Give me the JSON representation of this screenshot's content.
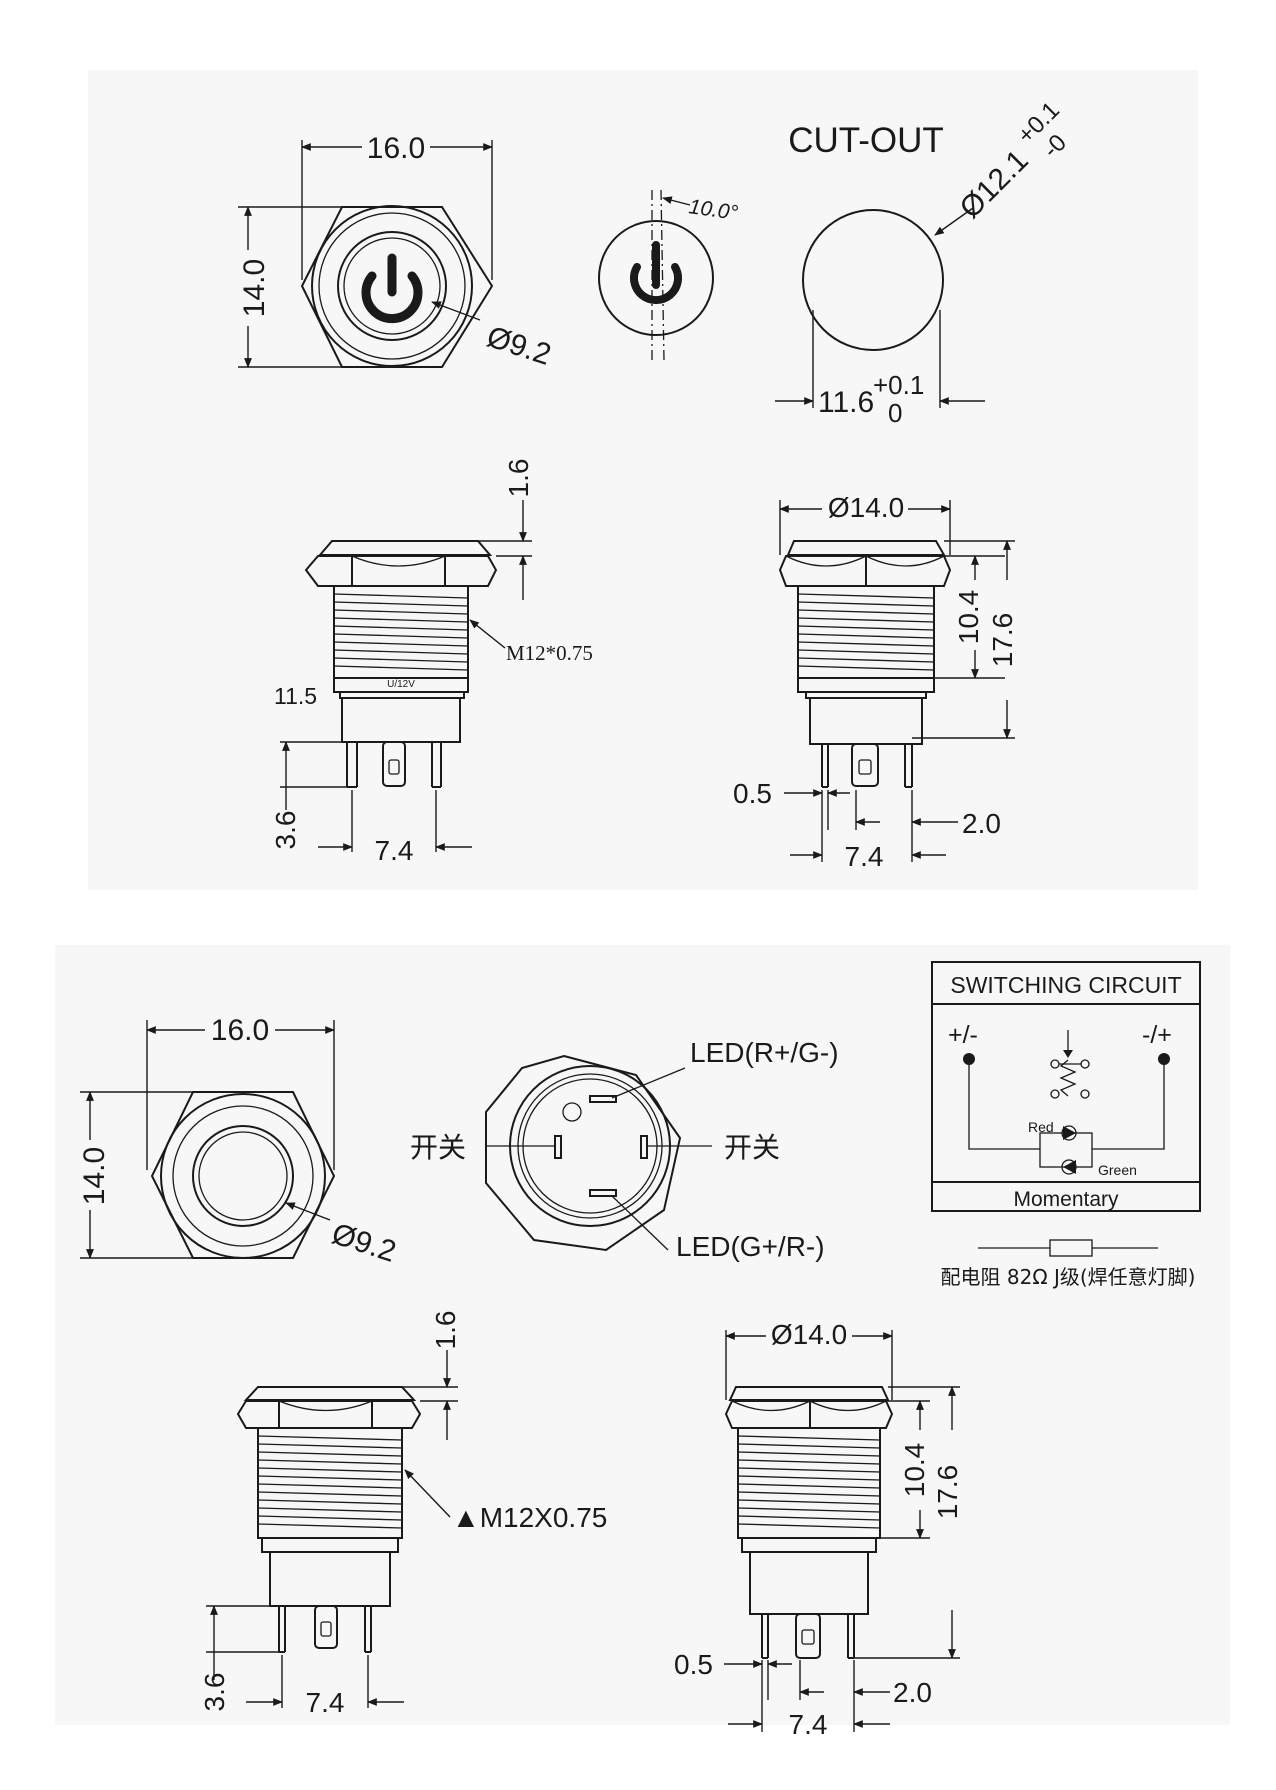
{
  "top": {
    "front": {
      "width": "16.0",
      "height": "14.0",
      "dia": "Ø9.2"
    },
    "angle": "10.0°",
    "cutout": {
      "title": "CUT-OUT",
      "dia_base": "Ø12.1",
      "dia_tol_plus": "+0.1",
      "dia_tol_minus": "-0",
      "flat_base": "11.6",
      "flat_tol_plus": "+0.1",
      "flat_tol_minus": "0"
    },
    "side_left": {
      "head": "1.6",
      "thread": "M12*0.75",
      "marking": "U/12V",
      "body_dim": "11.5",
      "pin_len": "3.6",
      "pin_span": "7.4"
    },
    "side_right": {
      "dia": "Ø14.0",
      "thread_len": "10.4",
      "total_len": "17.6",
      "pin_w": "0.5",
      "pin_gap": "2.0",
      "pin_span": "7.4"
    }
  },
  "bottom": {
    "front": {
      "width": "16.0",
      "height": "14.0",
      "dia": "Ø9.2"
    },
    "rear": {
      "led_top": "LED(R+/G-)",
      "led_bottom": "LED(G+/R-)",
      "switch_left": "开关",
      "switch_right": "开关"
    },
    "circuit": {
      "title": "SWITCHING CIRCUIT",
      "term_left": "+/-",
      "term_right": "-/+",
      "red": "Red",
      "green": "Green",
      "type": "Momentary"
    },
    "resistor_note": "配电阻 82Ω J级(焊任意灯脚)",
    "side_left": {
      "head": "1.6",
      "thread": "▲M12X0.75",
      "pin_len": "3.6",
      "pin_span": "7.4"
    },
    "side_right": {
      "dia": "Ø14.0",
      "thread_len": "10.4",
      "total_len": "17.6",
      "pin_w": "0.5",
      "pin_gap": "2.0",
      "pin_span": "7.4"
    }
  }
}
